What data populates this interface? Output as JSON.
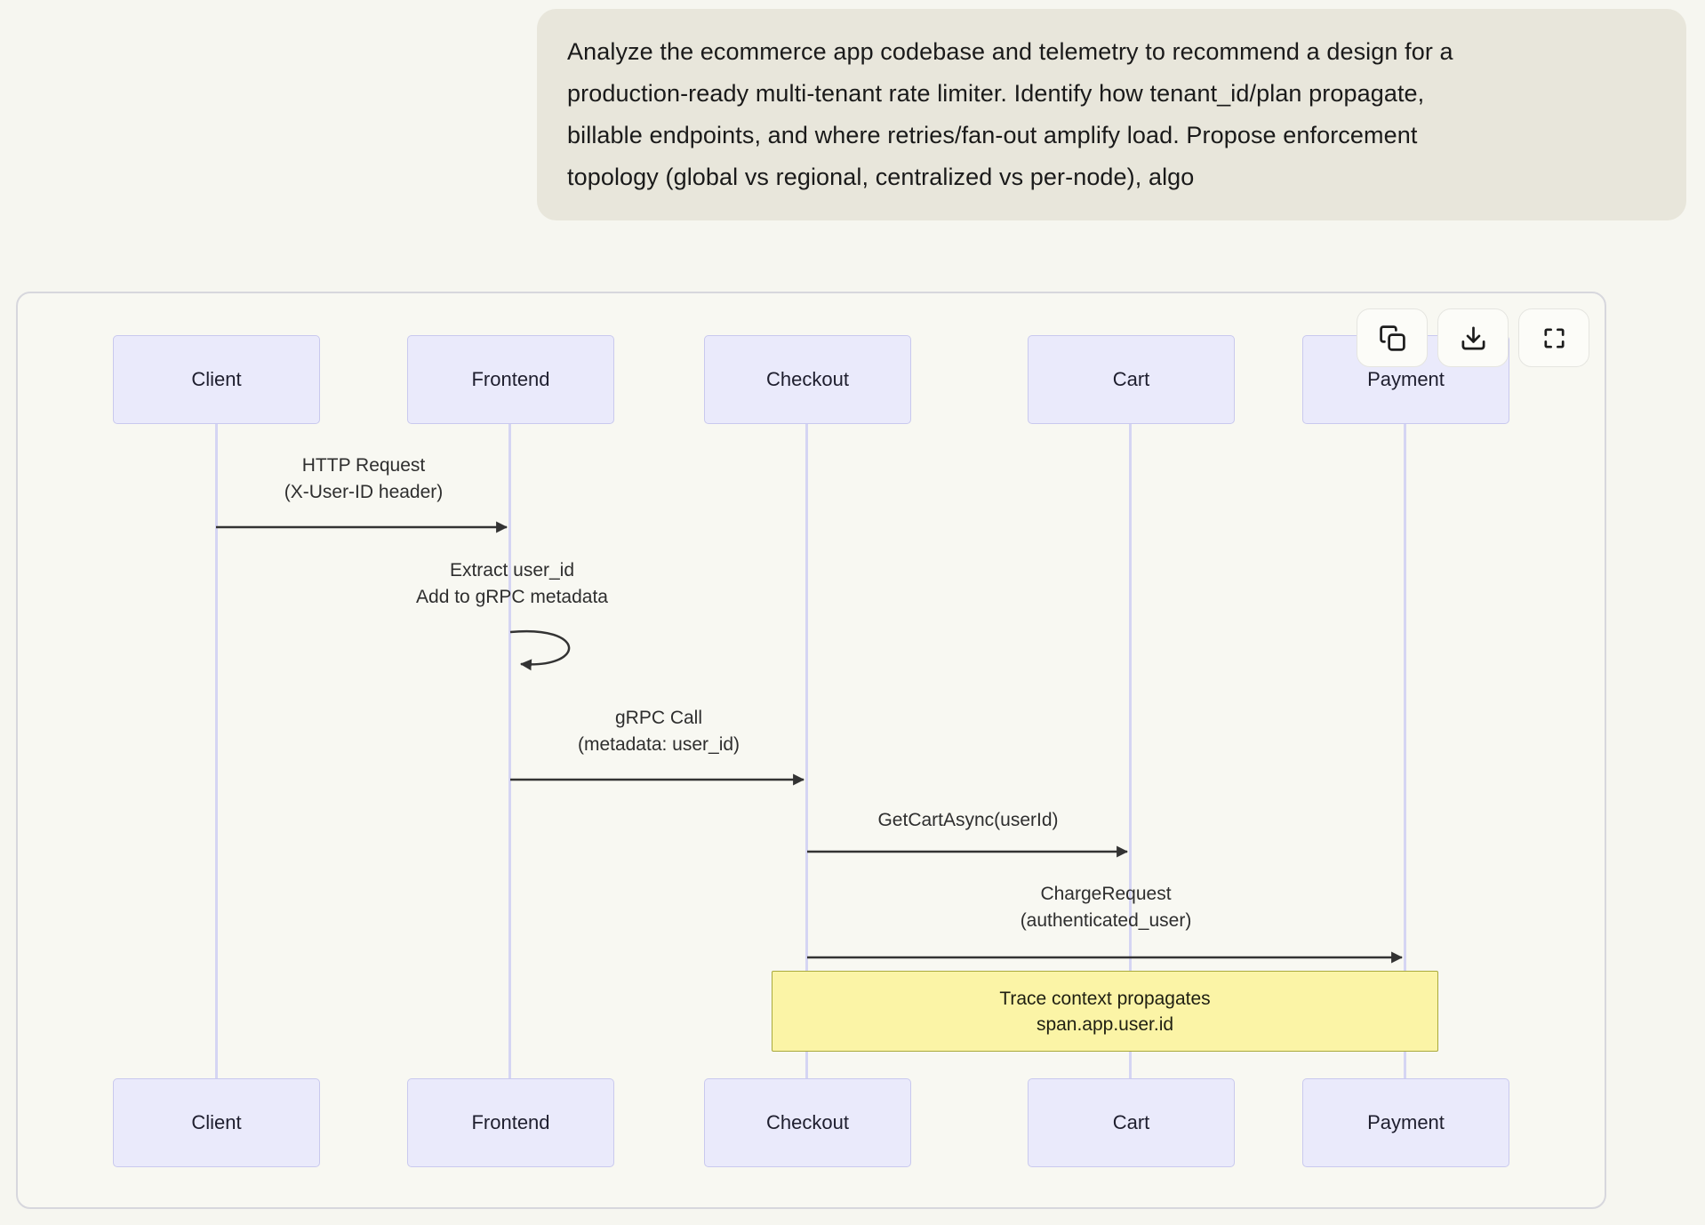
{
  "prompt": {
    "lines": [
      "Analyze the ecommerce app codebase and telemetry to recommend a design for a",
      "production-ready multi-tenant rate limiter. Identify how tenant_id/plan propagate,",
      "billable endpoints, and where retries/fan-out amplify load. Propose enforcement",
      "topology (global vs regional, centralized vs per-node), algo"
    ]
  },
  "toolbar": {
    "buttons": [
      {
        "name": "copy",
        "icon": "copy-icon"
      },
      {
        "name": "download",
        "icon": "download-icon"
      },
      {
        "name": "fullscreen",
        "icon": "fullscreen-icon"
      }
    ]
  },
  "diagram": {
    "type": "sequence",
    "actors": [
      "Client",
      "Frontend",
      "Checkout",
      "Cart",
      "Payment"
    ],
    "messages": [
      {
        "from": "Client",
        "to": "Frontend",
        "line1": "HTTP Request",
        "line2": "(X-User-ID header)"
      },
      {
        "from": "Frontend",
        "to": "Frontend",
        "line1": "Extract user_id",
        "line2": "Add to gRPC metadata",
        "self": true
      },
      {
        "from": "Frontend",
        "to": "Checkout",
        "line1": "gRPC Call",
        "line2": "(metadata: user_id)"
      },
      {
        "from": "Checkout",
        "to": "Cart",
        "line1": "GetCartAsync(userId)"
      },
      {
        "from": "Checkout",
        "to": "Payment",
        "line1": "ChargeRequest",
        "line2": "(authenticated_user)"
      }
    ],
    "note": {
      "over": "Checkout,Payment",
      "line1": "Trace context propagates",
      "line2": "span.app.user.id"
    },
    "colors": {
      "page_bg": "#f6f6f0",
      "prompt_bg": "#e8e6db",
      "card_border": "#d7d7dd",
      "actor_fill": "#eaeafb",
      "actor_border": "#c9c9ee",
      "lifeline": "#d5d5f3",
      "arrow": "#333333",
      "note_fill": "#fbf4a6",
      "note_border": "#a9a93c"
    }
  }
}
